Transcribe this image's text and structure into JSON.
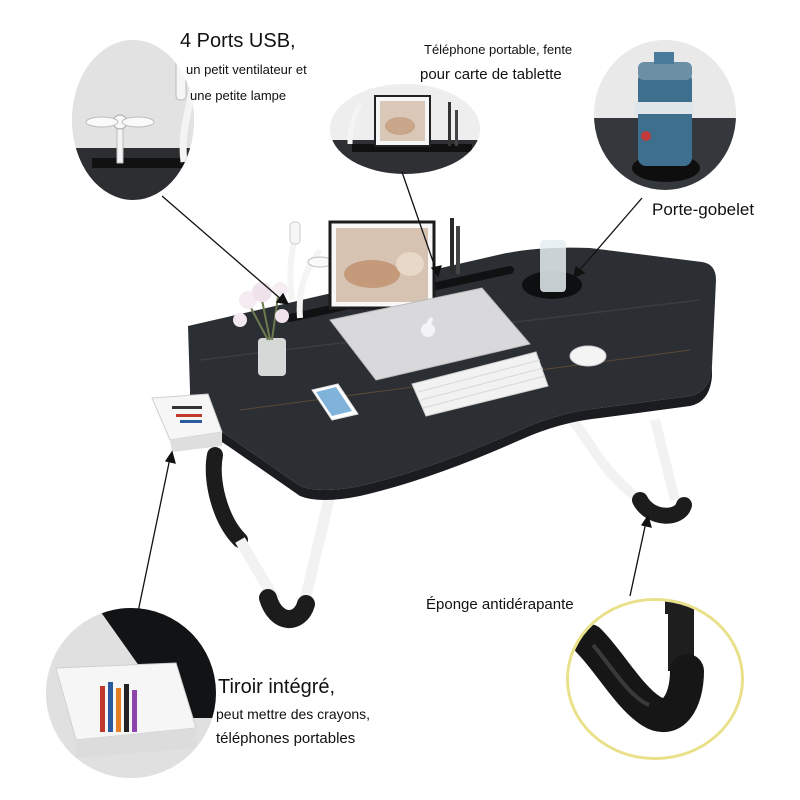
{
  "callouts": {
    "usb": {
      "title": "4 Ports USB,",
      "line1": "un petit ventilateur et",
      "line2": "une petite lampe"
    },
    "tablet": {
      "line1": "Téléphone portable, fente",
      "line2": "pour carte de tablette"
    },
    "cup": {
      "title": "Porte-gobelet"
    },
    "drawer": {
      "title": "Tiroir intégré,",
      "line1": "peut mettre des crayons,",
      "line2": "téléphones portables"
    },
    "sponge": {
      "title": "Éponge antidérapante"
    }
  },
  "colors": {
    "desk_top": "#2b2e33",
    "desk_edge": "#1a1c20",
    "legs": "#f2f2f2",
    "foam": "#1c1c1c",
    "laptop": "#d9d9dc",
    "circle_border_right": "#e9e08a"
  },
  "icons": [
    "fan-icon",
    "lamp-icon",
    "apple-logo-icon",
    "cup-icon",
    "flowers-icon"
  ]
}
